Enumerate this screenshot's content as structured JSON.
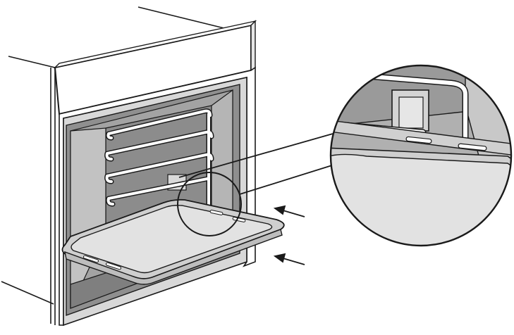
{
  "diagram": {
    "subject": "oven-with-baking-tray-inserted",
    "callout": "magnified-view-of-tray-edge-on-shelf-rail",
    "arrow_count": 2,
    "colors": {
      "outline": "#1a1a1a",
      "cavity_dark": "#8f8f8f",
      "cavity_mid": "#a8a8a8",
      "cavity_light": "#c4c4c4",
      "tray_fill": "#dcdcdc",
      "tray_rim": "#cfcfcf",
      "housing": "#ffffff",
      "control_panel": "#ffffff",
      "rack": "#ffffff"
    },
    "icons": [
      "arrow-left-icon",
      "magnifier-callout"
    ]
  }
}
